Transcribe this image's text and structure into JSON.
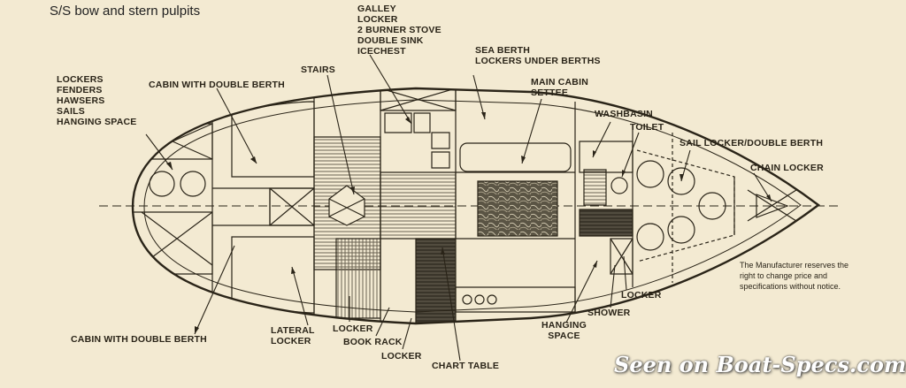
{
  "header": {
    "text": "S/S bow and stern pulpits"
  },
  "labels": {
    "lockers": "LOCKERS\nFENDERS\nHAWSERS\nSAILS\nHANGING SPACE",
    "cabin_top": "CABIN WITH DOUBLE BERTH",
    "stairs": "STAIRS",
    "galley": "GALLEY\nLOCKER\n2 BURNER STOVE\nDOUBLE SINK\nICECHEST",
    "sea_berth": "SEA BERTH\nLOCKERS UNDER BERTHS",
    "main_cabin": "MAIN CABIN\nSETTEE",
    "washbasin": "WASHBASIN",
    "toilet": "TOILET",
    "sail_locker": "SAIL LOCKER/DOUBLE BERTH",
    "chain_locker": "CHAIN LOCKER",
    "cabin_bottom": "CABIN WITH DOUBLE BERTH",
    "lateral_locker": "LATERAL\nLOCKER",
    "locker_1": "LOCKER",
    "book_rack": "BOOK RACK",
    "locker_2": "LOCKER",
    "chart_table": "CHART TABLE",
    "hanging_space": "HANGING\nSPACE",
    "shower": "SHOWER",
    "locker_3": "LOCKER"
  },
  "notice": "The Manufacturer reserves the\nright to change price and\nspecifications without notice.",
  "watermark": "Seen on Boat-Specs.com",
  "colors": {
    "background": "#f3ead2",
    "ink": "#2a2418",
    "hatch": "#555046"
  }
}
